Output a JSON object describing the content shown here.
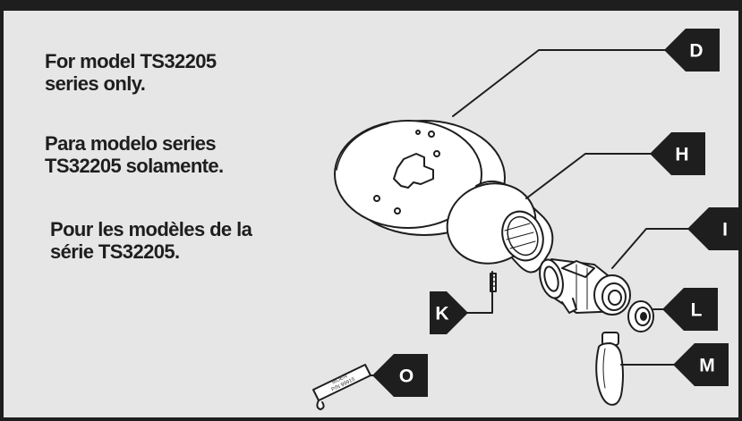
{
  "notes": {
    "english": [
      "For model TS32205",
      "series only."
    ],
    "spanish": [
      "Para modelo series",
      "TS32205 solamente."
    ],
    "french": [
      "Pour les modèles de la",
      "série TS32205."
    ]
  },
  "callouts": {
    "D": "D",
    "H": "H",
    "I": "I",
    "K": "K",
    "L": "L",
    "M": "M",
    "O": "O"
  },
  "grease_packet": {
    "brand": "MOEN",
    "part_number": "P/N 99915"
  },
  "colors": {
    "frame": "#1e1e1e",
    "background": "#e6e6e6",
    "part_fill": "#ffffff",
    "line": "#1e1e1e"
  }
}
